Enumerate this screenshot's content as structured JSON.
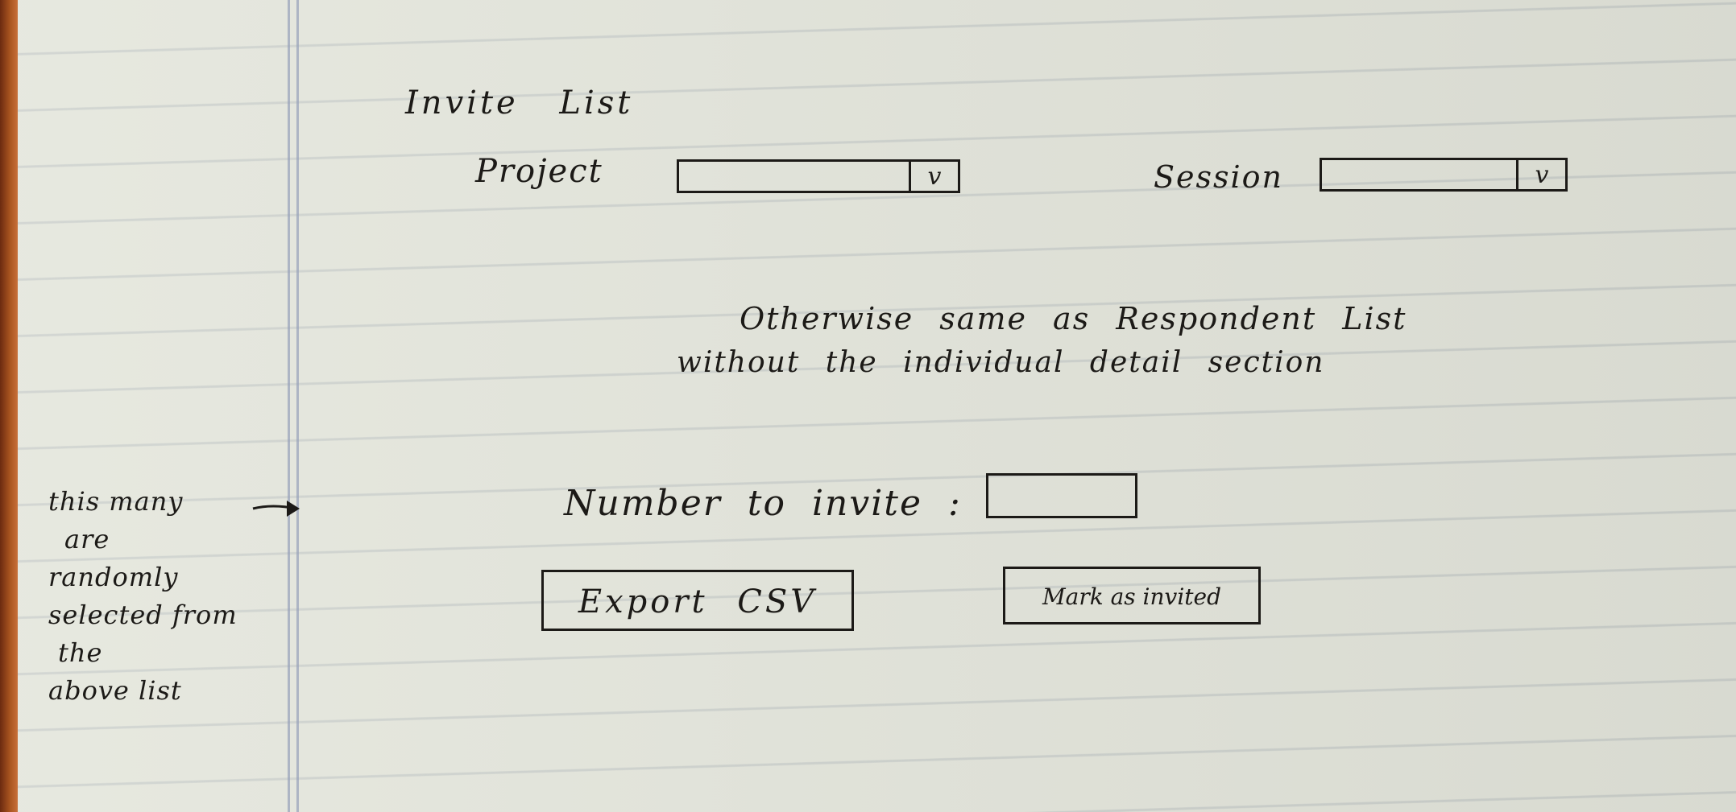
{
  "page": {
    "title": "Invite List"
  },
  "filters": {
    "project_label": "Project",
    "session_label": "Session",
    "dropdown_glyph": "v"
  },
  "note": {
    "line1": "Otherwise same as Respondent List",
    "line2": "without the individual detail section"
  },
  "invite": {
    "number_label": "Number to invite :",
    "number_value": ""
  },
  "actions": {
    "export_label": "Export CSV",
    "mark_label": "Mark as invited"
  },
  "margin_note": {
    "lines": [
      "this many",
      "are",
      "randomly",
      "selected from",
      "the",
      "above list"
    ]
  },
  "colors": {
    "paper": "#e4e6dc",
    "ink": "#1c1a17",
    "rule_line": "#96a0aa",
    "margin_line": "#96a0b9"
  }
}
